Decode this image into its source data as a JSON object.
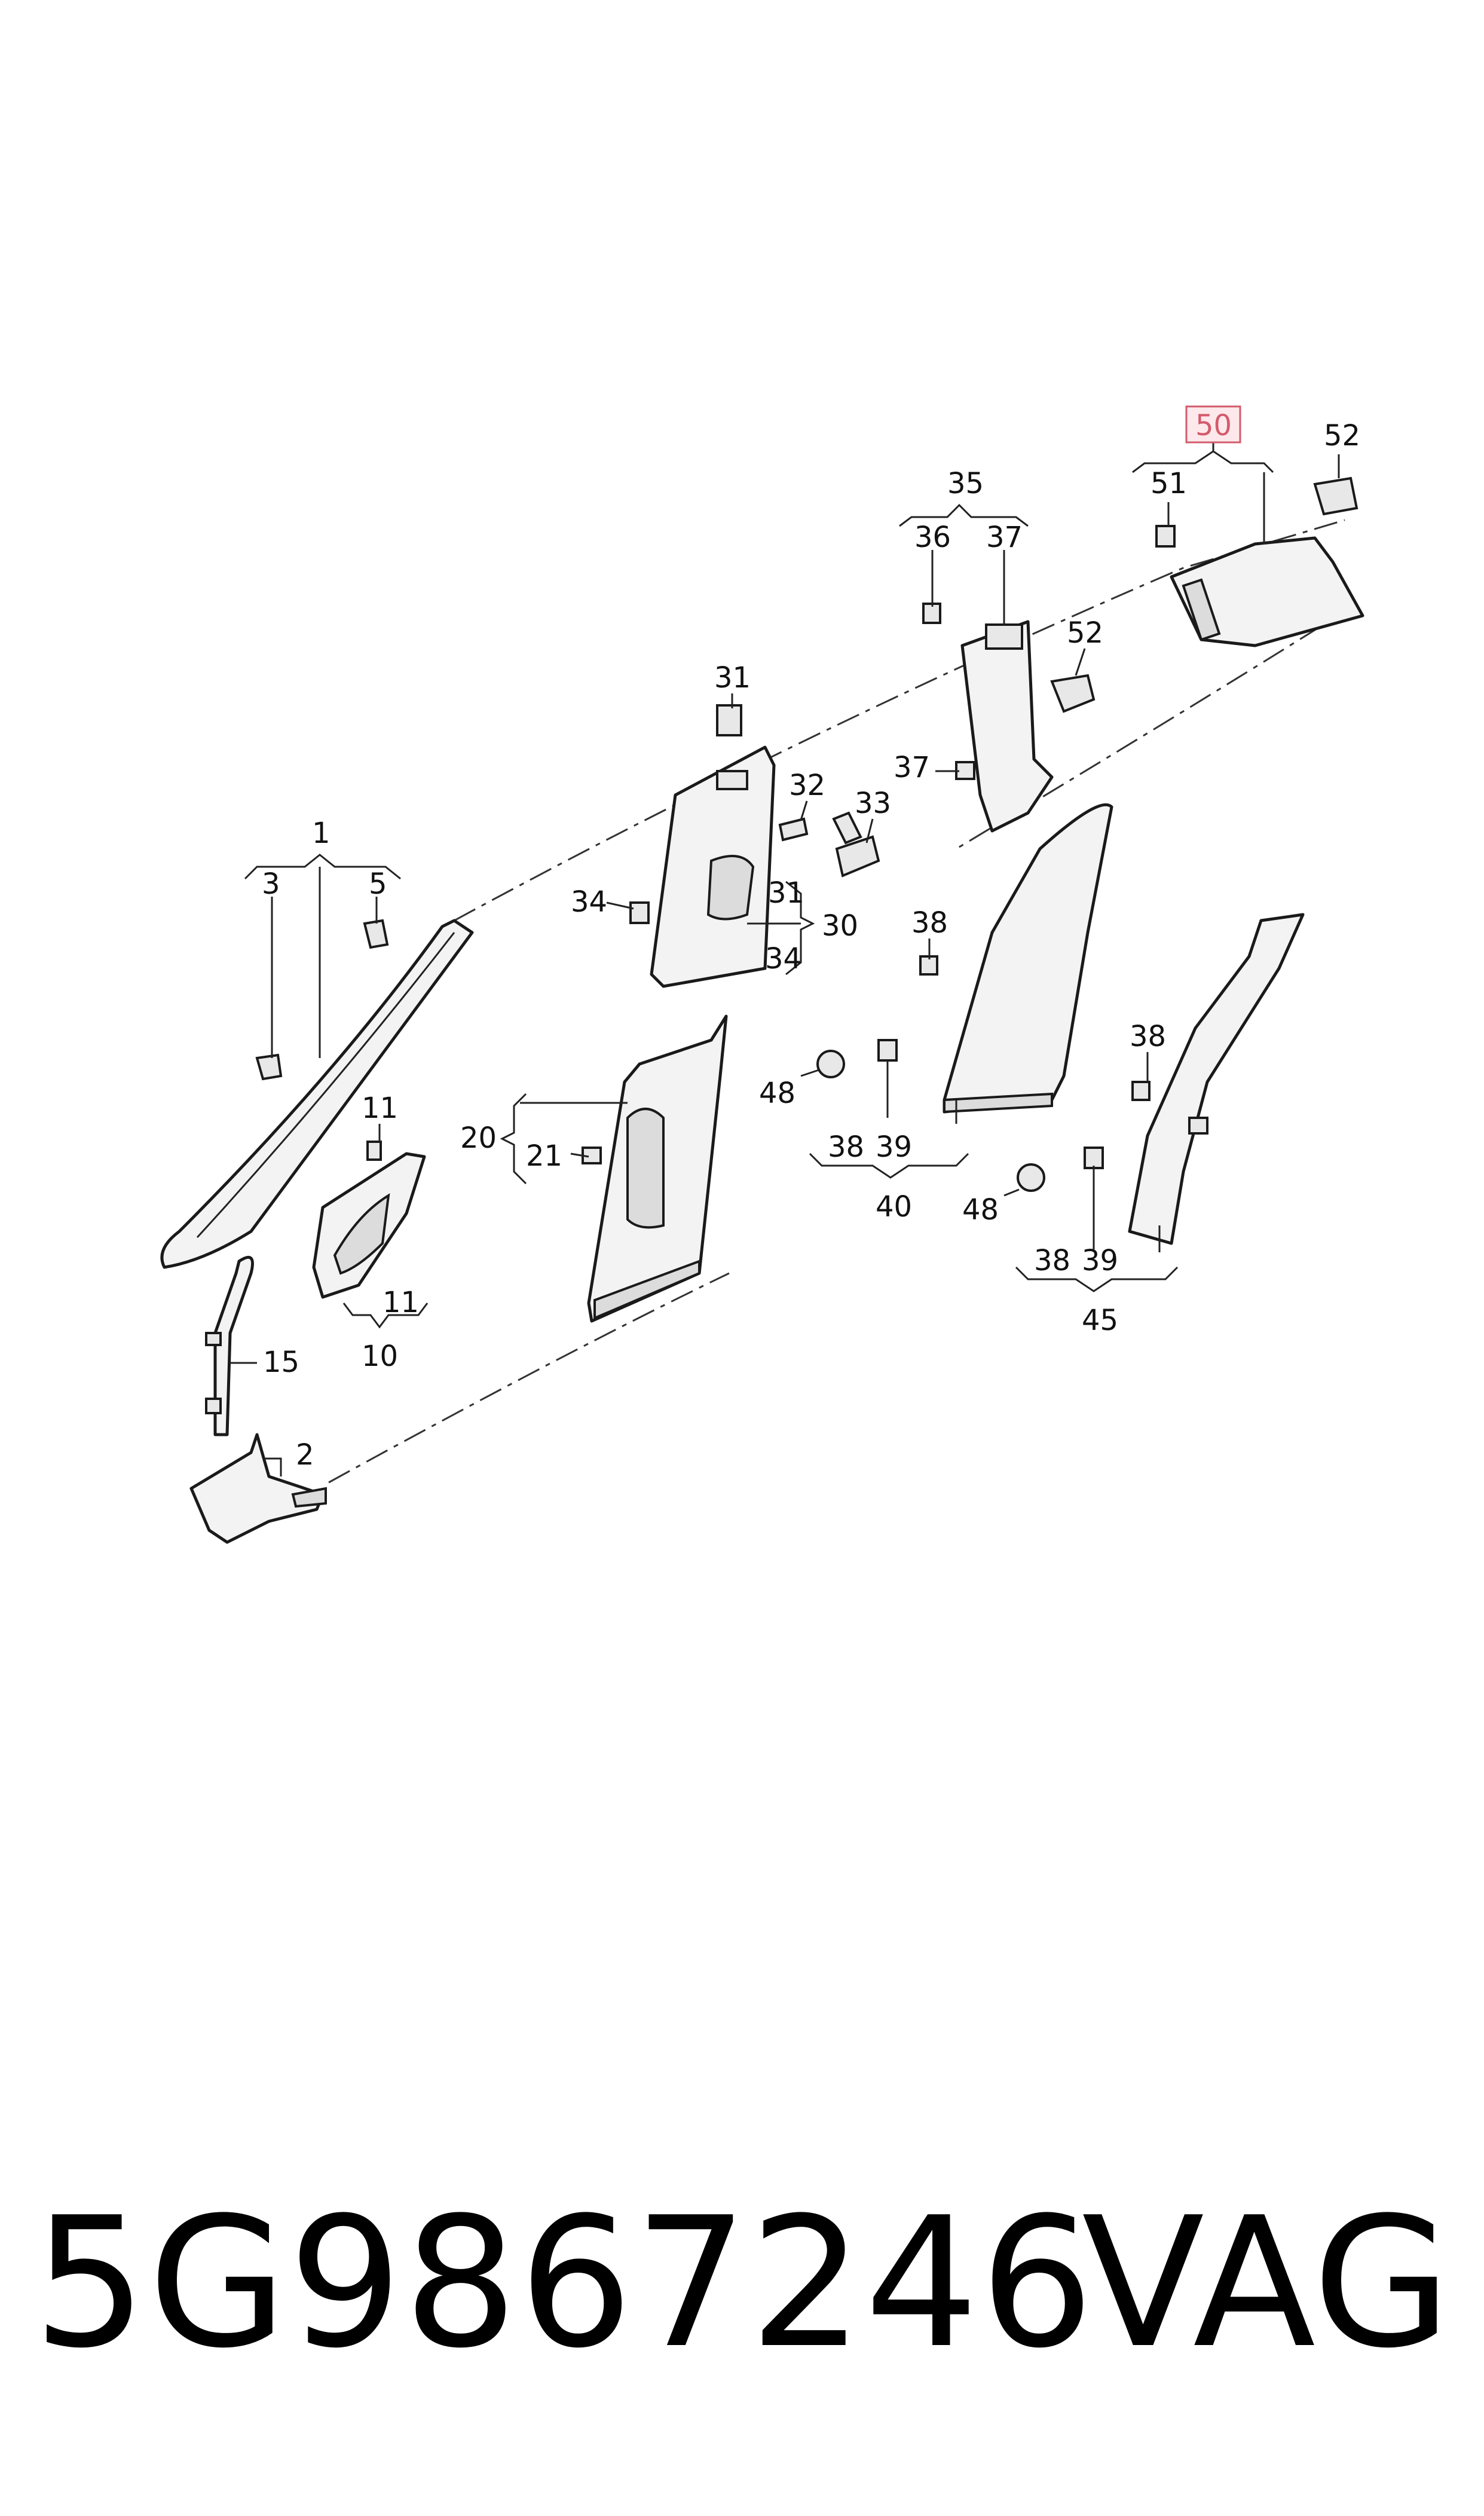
{
  "diagram": {
    "callouts": {
      "c1": "1",
      "c2": "2",
      "c3": "3",
      "c5": "5",
      "c10": "10",
      "c11a": "11",
      "c11b": "11",
      "c15": "15",
      "c20": "20",
      "c21": "21",
      "c30": "30",
      "c31a": "31",
      "c31b": "31",
      "c32": "32",
      "c33": "33",
      "c34a": "34",
      "c34b": "34",
      "c35": "35",
      "c36": "36",
      "c37a": "37",
      "c37b": "37",
      "c38a": "38",
      "c38b": "38",
      "c38c": "38",
      "c38d": "38",
      "c39a": "39",
      "c39b": "39",
      "c40": "40",
      "c45": "45",
      "c48a": "48",
      "c48b": "48",
      "c50": "50",
      "c51": "51",
      "c52a": "52",
      "c52b": "52"
    },
    "highlight_color": "#d35b6b"
  },
  "footer": {
    "part_number": "5G9867246",
    "brand": "VAG"
  }
}
